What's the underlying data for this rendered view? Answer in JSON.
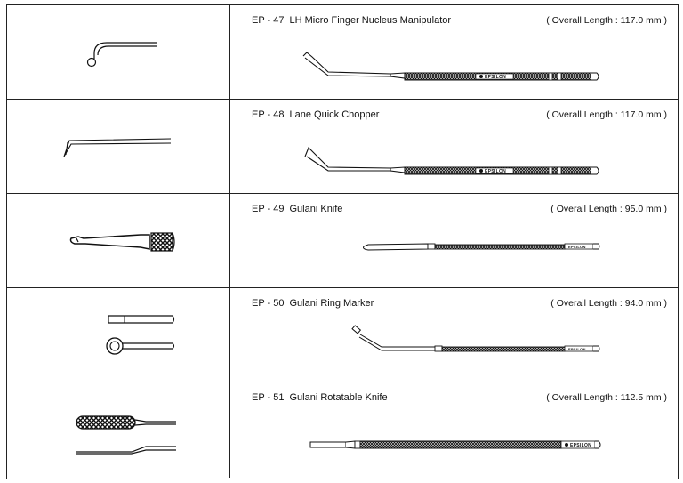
{
  "products": [
    {
      "code": "EP - 47",
      "name": "LH  Micro Finger Nucleus Manipulator",
      "length": "( Overall Length : 117.0 mm )",
      "brand": "EPSILON"
    },
    {
      "code": "EP - 48",
      "name": "Lane Quick Chopper",
      "length": "( Overall Length : 117.0 mm )",
      "brand": "EPSILON"
    },
    {
      "code": "EP - 49",
      "name": "Gulani Knife",
      "length": "( Overall Length : 95.0 mm )",
      "brand": "EPSILON"
    },
    {
      "code": "EP - 50",
      "name": "Gulani Ring Marker",
      "length": "( Overall Length : 94.0 mm )",
      "brand": "EPSILON"
    },
    {
      "code": "EP - 51",
      "name": "Gulani Rotatable Knife",
      "length": "( Overall Length : 112.5 mm )",
      "brand": "EPSILON"
    }
  ]
}
